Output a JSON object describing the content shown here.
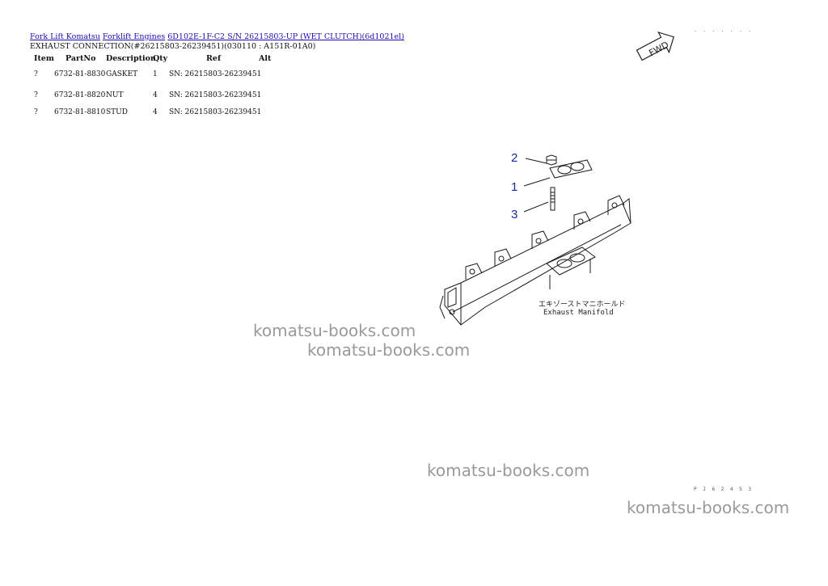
{
  "breadcrumb": {
    "link1": "Fork Lift Komatsu",
    "link2": "Forklift Engines",
    "link3": "6D102E-1F-C2 S/N 26215803-UP (WET CLUTCH)(6d1021el)"
  },
  "subtitle": "EXHAUST CONNECTION(#26215803-26239451)(030110 : A151R-01A0)",
  "table": {
    "headers": {
      "item": "Item",
      "partno": "PartNo",
      "description": "Description",
      "qty": "Qty",
      "ref": "Ref",
      "alt": "Alt"
    },
    "rows": [
      {
        "item": "?",
        "partno": "6732-81-8830",
        "description": "GASKET",
        "qty": "1",
        "ref": "SN: 26215803-26239451"
      },
      {
        "item": "?",
        "partno": "6732-81-8820",
        "description": "NUT",
        "qty": "4",
        "ref": "SN: 26215803-26239451"
      },
      {
        "item": "?",
        "partno": "6732-81-8810",
        "description": "STUD",
        "qty": "4",
        "ref": "SN: 26215803-26239451"
      }
    ]
  },
  "diagram": {
    "callouts": [
      "2",
      "1",
      "3"
    ],
    "caption_jp": "エキゾーストマニホールド",
    "caption_en": "Exhaust Manifold",
    "fwd_label": "FWD",
    "top_code": ". . . . . . .",
    "bottom_code": "P J 6 2 4 5 3"
  },
  "watermark": "komatsu-books.com"
}
